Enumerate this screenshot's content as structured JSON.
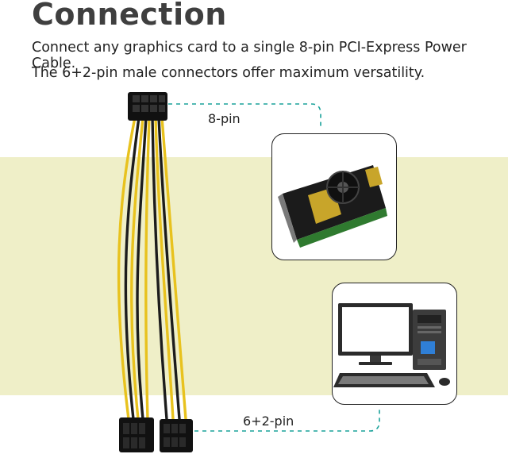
{
  "title": "Connection",
  "subtitle_line1": "Connect any graphics card to a single 8-pin PCI-Express Power Cable.",
  "subtitle_line2": "The 6+2-pin male connectors offer maximum versatility.",
  "label_8pin": "8-pin",
  "label_6plus2pin": "6+2-pin",
  "colors": {
    "band": "#efefc8",
    "dash": "#1aa29a",
    "wire_yellow": "#e8c21e",
    "wire_black": "#1c1c1c"
  }
}
